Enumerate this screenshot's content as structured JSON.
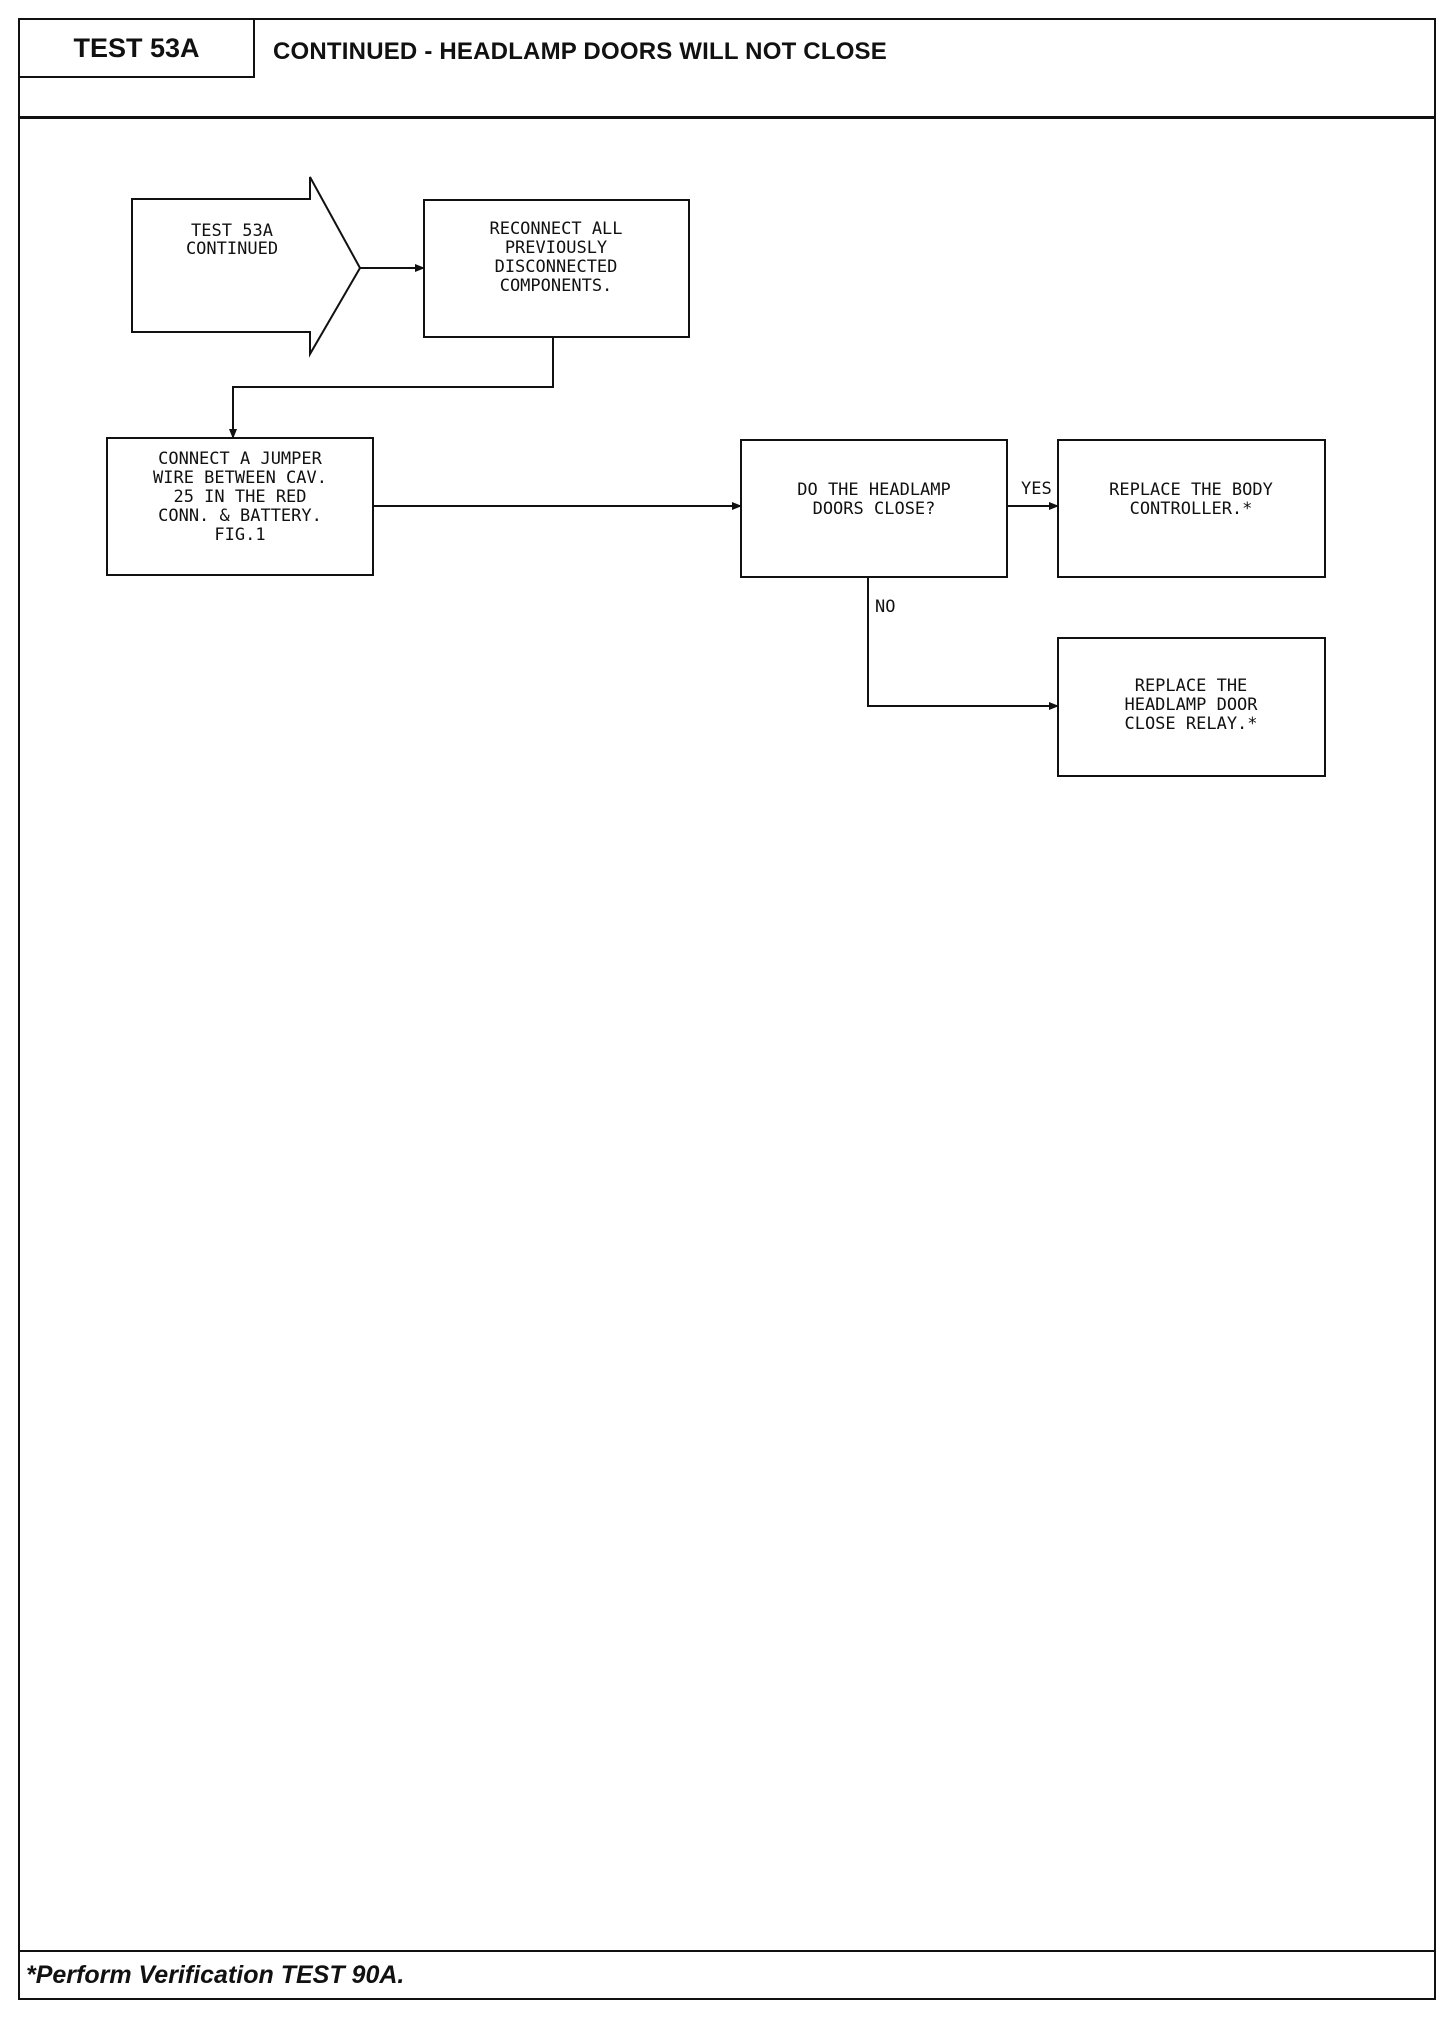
{
  "header": {
    "test_label": "TEST 53A",
    "title": "CONTINUED - HEADLAMP DOORS WILL NOT CLOSE"
  },
  "flowchart": {
    "entry": {
      "lines": [
        "TEST 53A",
        "CONTINUED"
      ]
    },
    "reconnect": {
      "lines": [
        "RECONNECT ALL",
        "PREVIOUSLY",
        "DISCONNECTED",
        "COMPONENTS."
      ]
    },
    "jumper": {
      "lines": [
        "CONNECT A JUMPER",
        "WIRE BETWEEN CAV.",
        "25 IN THE RED",
        "CONN. & BATTERY.",
        "FIG.1"
      ]
    },
    "decision": {
      "lines": [
        "DO THE HEADLAMP",
        "DOORS CLOSE?"
      ]
    },
    "replace_body": {
      "lines": [
        "REPLACE THE BODY",
        "CONTROLLER.*"
      ]
    },
    "replace_relay": {
      "lines": [
        "REPLACE THE",
        "HEADLAMP DOOR",
        "CLOSE RELAY.*"
      ]
    },
    "edge_labels": {
      "yes": "YES",
      "no": "NO"
    }
  },
  "footer": {
    "note": "*Perform Verification TEST 90A."
  }
}
